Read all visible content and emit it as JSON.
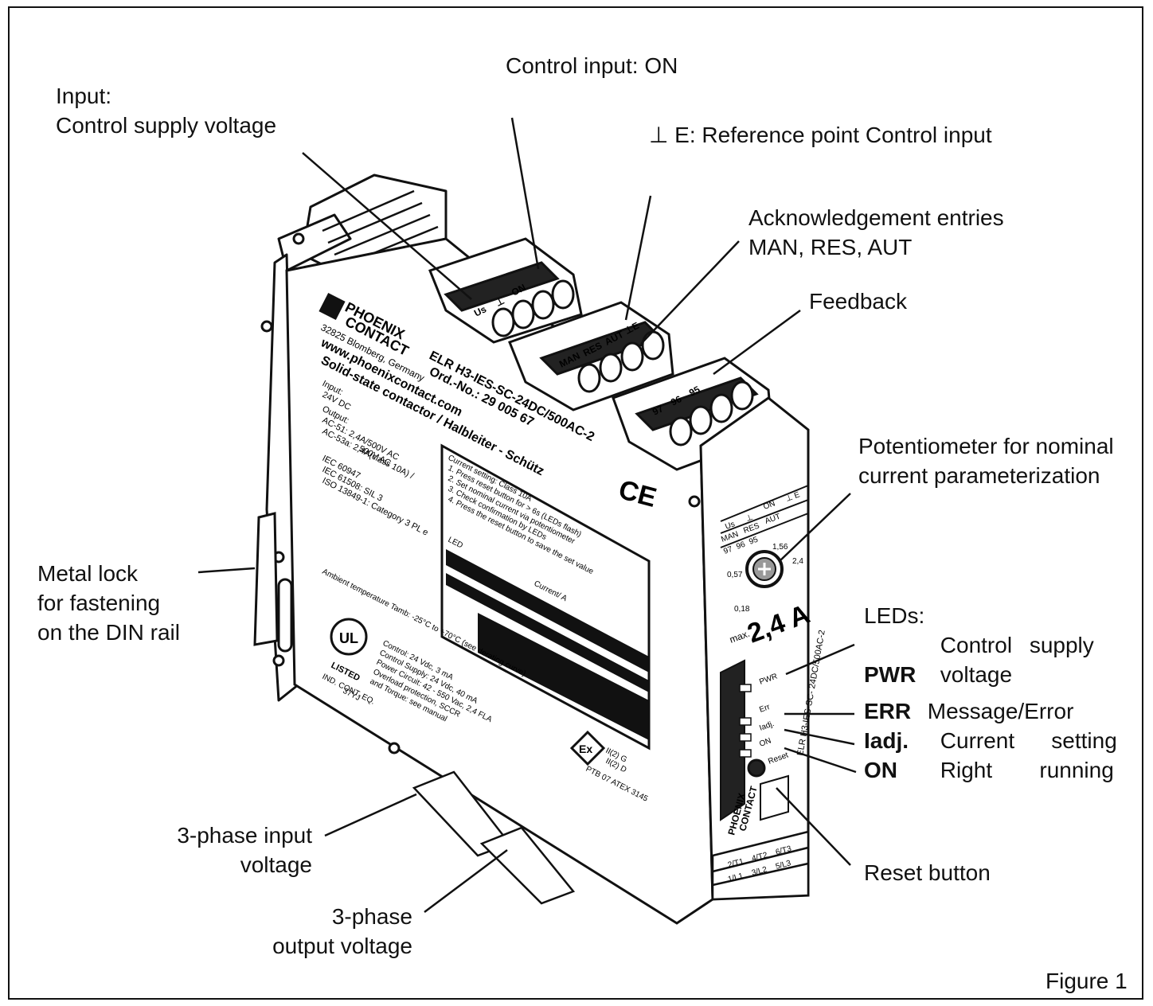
{
  "figure_label": "Figure 1",
  "callouts": {
    "input_supply": [
      "Input:",
      "Control supply voltage"
    ],
    "control_input_on": [
      "Control input: ON"
    ],
    "reference_point": [
      "⊥ E: Reference point Control input"
    ],
    "acknowledgement": [
      "Acknowledgement entries",
      "MAN, RES, AUT"
    ],
    "feedback": [
      "Feedback"
    ],
    "potentiometer": [
      "Potentiometer for nominal",
      "current parameterization"
    ],
    "metal_lock": [
      "Metal lock",
      "for fastening",
      "on the DIN rail"
    ],
    "phase_input": [
      "3-phase input",
      "voltage"
    ],
    "phase_output": [
      "3-phase",
      "output voltage"
    ],
    "reset_button": [
      "Reset button"
    ]
  },
  "leds": {
    "heading": "LEDs:",
    "items": [
      {
        "key": "PWR",
        "desc": [
          "Control supply",
          "voltage"
        ]
      },
      {
        "key": "ERR",
        "desc": [
          "Message/Error"
        ]
      },
      {
        "key": "Iadj.",
        "desc": [
          "Current setting"
        ]
      },
      {
        "key": "ON",
        "desc": [
          "Right running"
        ]
      }
    ]
  },
  "device": {
    "brand": [
      "PHOENIX",
      "CONTACT"
    ],
    "address": "32825 Blomberg, Germany",
    "website": "www.phoenixcontact.com",
    "product_type": "Solid-state contactor / Halbleiter - Schütz",
    "model": "ELR H3-IES-SC-24DC/500AC-2",
    "order_no": "Ord.-No.: 29 005 67",
    "specs": [
      "Input:",
      "24V DC",
      "Output:",
      "AC-51: 2,4A/500V AC",
      "AC-53a: 2,4A(class 10A) /",
      "500V AC",
      "IEC 60947",
      "IEC 61508: SIL 3",
      "ISO 13849-1: Category 3 PL e"
    ],
    "ambient": "Ambient temperature Tamb: -25°C to +70°C (see derating curve)",
    "ratings": [
      "Control: 24 Vdc, 3 mA",
      "Control Supply: 24 Vdc, 40 mA",
      "Power Circuit: 42 - 550 Vac, 2,4 FLA",
      "Overload protection, SCCR",
      "and Torque: see manual"
    ],
    "listed": "LISTED",
    "ind_cont": "IND. CONT. EQ.",
    "code": "37YJ",
    "instructions": [
      "Current setting: Class 10A",
      "1. Press reset button for > 6s (LEDs flash)",
      "2. Set nominal current via potentiometer",
      "3. Check confirmation by LEDs",
      "4. Press the reset button to save the set value"
    ],
    "led_label": "LED",
    "current_label": "Current/ A",
    "ce_mark": "CE",
    "atex": [
      "II(2) G",
      "II(2) D",
      "PTB 07 ATEX 3145"
    ],
    "ex_mark": "Ex",
    "terminals_top_1": [
      "Us",
      "⊥",
      "ON"
    ],
    "terminals_top_2": [
      "MAN",
      "RES",
      "AUT",
      "⊥E"
    ],
    "terminals_top_3": [
      "97",
      "96",
      "95"
    ],
    "front_labels_row1": [
      "Us",
      "⊥",
      "ON",
      "⊥ E"
    ],
    "front_labels_row2": [
      "MAN",
      "RES",
      "AUT"
    ],
    "front_labels_row3": [
      "97",
      "96",
      "95"
    ],
    "pot_scale": [
      "0,18",
      "0,57",
      "1,56",
      "2,4"
    ],
    "max_current": "2,4 A",
    "max_prefix": "max.",
    "front_leds": [
      "PWR",
      "Err",
      "Iadj.",
      "ON",
      "Reset"
    ],
    "front_model": "ELR H3-IES-SC- 24DC/500AC-2",
    "bottom_terminals_row1": [
      "2/T1",
      "4/T2",
      "6/T3"
    ],
    "bottom_terminals_row2": [
      "1/L1",
      "3/L2",
      "5/L3"
    ]
  }
}
